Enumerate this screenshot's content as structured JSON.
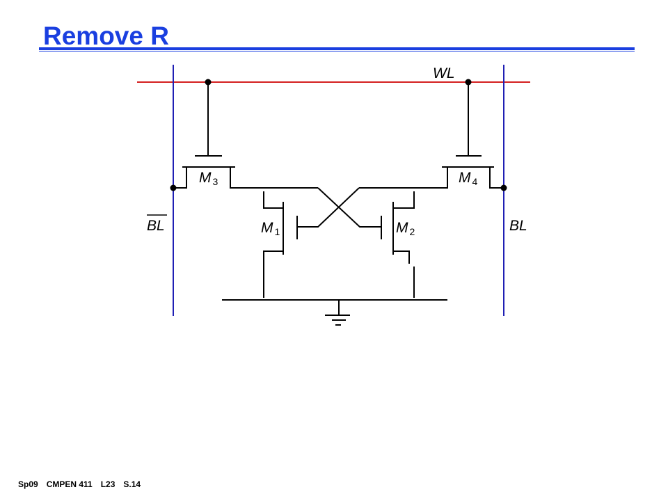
{
  "slide": {
    "title": "Remove R",
    "footer": {
      "course_term": "Sp09",
      "course": "CMPEN 411",
      "lecture": "L23",
      "slide_number": "S.14"
    }
  },
  "colors": {
    "title": "#1a3fe0",
    "title_rule": "#1a3fe0",
    "bitline": "#1f1fb4",
    "wordline": "#d42020",
    "wire": "#000000"
  },
  "circuit": {
    "wordline_label": "WL",
    "bitline_left_label": "BL",
    "bitline_left_overbar": true,
    "bitline_right_label": "BL",
    "transistors": [
      {
        "name": "M",
        "subscript": "3"
      },
      {
        "name": "M",
        "subscript": "4"
      },
      {
        "name": "M",
        "subscript": "1"
      },
      {
        "name": "M",
        "subscript": "2"
      }
    ]
  }
}
